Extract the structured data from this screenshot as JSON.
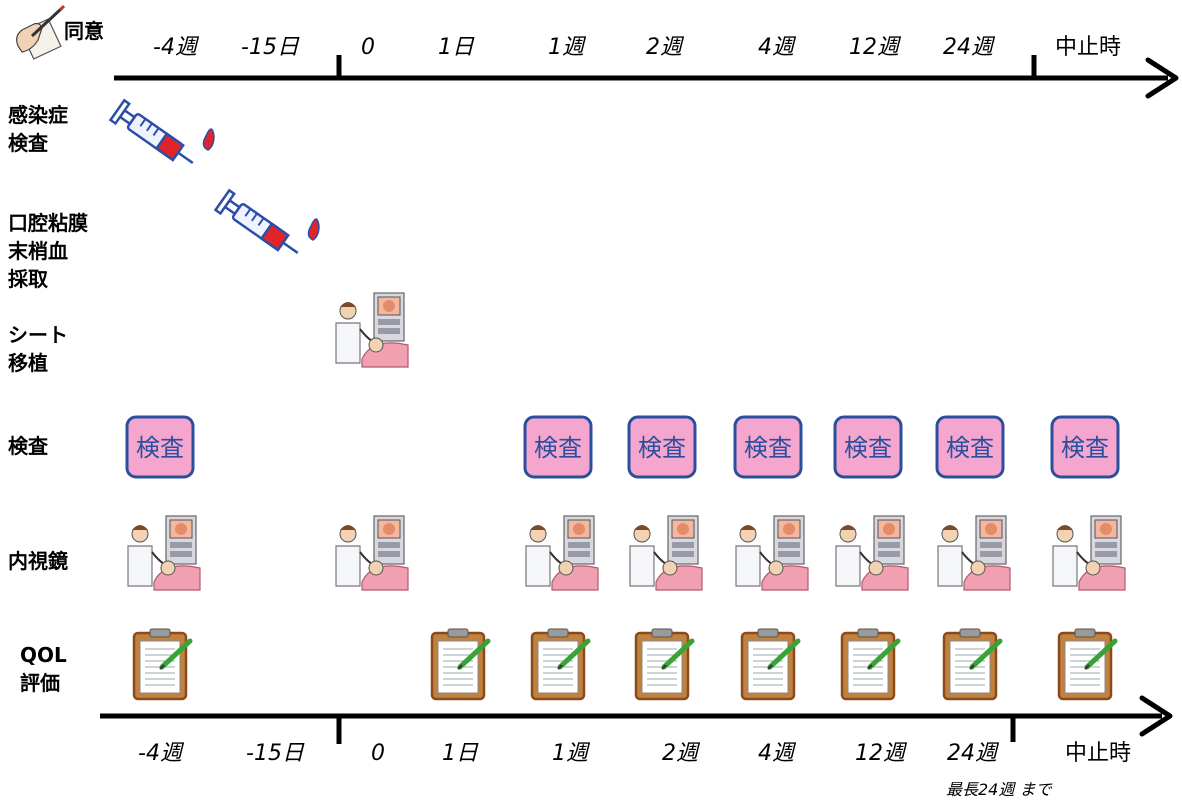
{
  "consent": {
    "label": "同意"
  },
  "top_axis": {
    "ticks": [
      "-4週",
      "-15日",
      "0",
      "1日",
      "1週",
      "2週",
      "4週",
      "12週",
      "24週",
      "中止時"
    ]
  },
  "bottom_axis": {
    "ticks": [
      "-4週",
      "-15日",
      "0",
      "1日",
      "1週",
      "2週",
      "4週",
      "12週",
      "24週",
      "中止時"
    ],
    "note": "最長24週 まで"
  },
  "rows": [
    {
      "id": "infection",
      "label_lines": [
        "感染症",
        "検査"
      ],
      "icon": "syringe-icon",
      "at": [
        "-4週"
      ]
    },
    {
      "id": "sampling",
      "label_lines": [
        "口腔粘膜",
        "末梢血",
        "採取"
      ],
      "icon": "syringe-icon",
      "at": [
        "-15日"
      ]
    },
    {
      "id": "transplant",
      "label_lines": [
        "シート",
        "移植"
      ],
      "icon": "endoscopy-icon",
      "at": [
        "0"
      ]
    },
    {
      "id": "exam",
      "label_lines": [
        "検査"
      ],
      "icon": "exam-badge",
      "badge_text": "検査",
      "at": [
        "-4週",
        "1週",
        "2週",
        "4週",
        "12週",
        "24週",
        "中止時"
      ]
    },
    {
      "id": "endoscopy",
      "label_lines": [
        "内視鏡"
      ],
      "icon": "endoscopy-icon",
      "at": [
        "-4週",
        "0",
        "1週",
        "2週",
        "4週",
        "12週",
        "24週",
        "中止時"
      ]
    },
    {
      "id": "qol",
      "label_lines": [
        "QOL",
        "評価"
      ],
      "icon": "clipboard-icon",
      "at": [
        "-4週",
        "1日",
        "1週",
        "2週",
        "4週",
        "12週",
        "24週",
        "中止時"
      ]
    }
  ],
  "colors": {
    "syringe_blue": "#2b4fa8",
    "blood_red": "#e0242a",
    "badge_fill": "#f4a6cf",
    "badge_border": "#2b4f9c",
    "clipboard_brown": "#8b4a1c",
    "pencil_green": "#3aa335",
    "bed_pink": "#f0a0b0",
    "monitor_gray": "#9a9aa6",
    "axis": "#000000"
  }
}
